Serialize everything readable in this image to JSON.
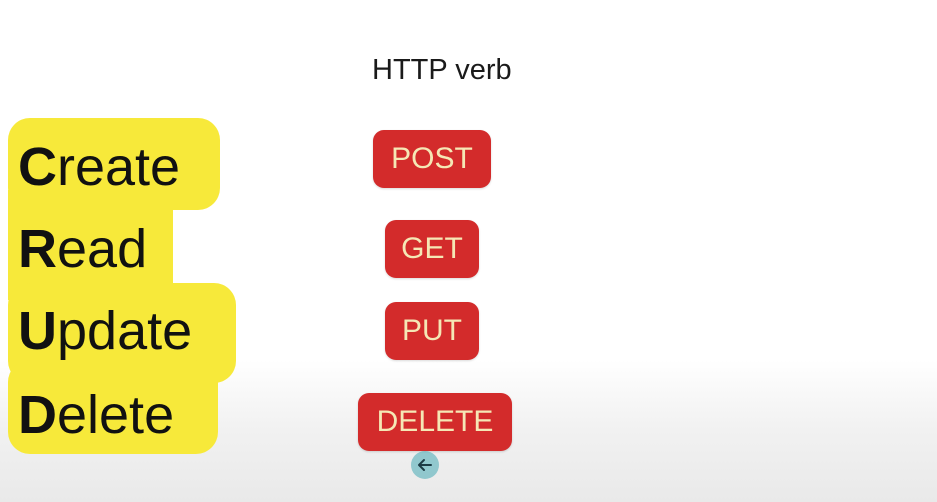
{
  "heading": "HTTP verb",
  "crud": [
    {
      "initial": "C",
      "rest": "reate"
    },
    {
      "initial": "R",
      "rest": "ead"
    },
    {
      "initial": "U",
      "rest": "pdate"
    },
    {
      "initial": "D",
      "rest": "elete"
    }
  ],
  "verbs": [
    "POST",
    "GET",
    "PUT",
    "DELETE"
  ],
  "colors": {
    "highlight": "#f7e93a",
    "verb_bg": "#d32b2b",
    "verb_text": "#f5e7b5"
  },
  "cursor_icon": "mouse-cursor-icon"
}
